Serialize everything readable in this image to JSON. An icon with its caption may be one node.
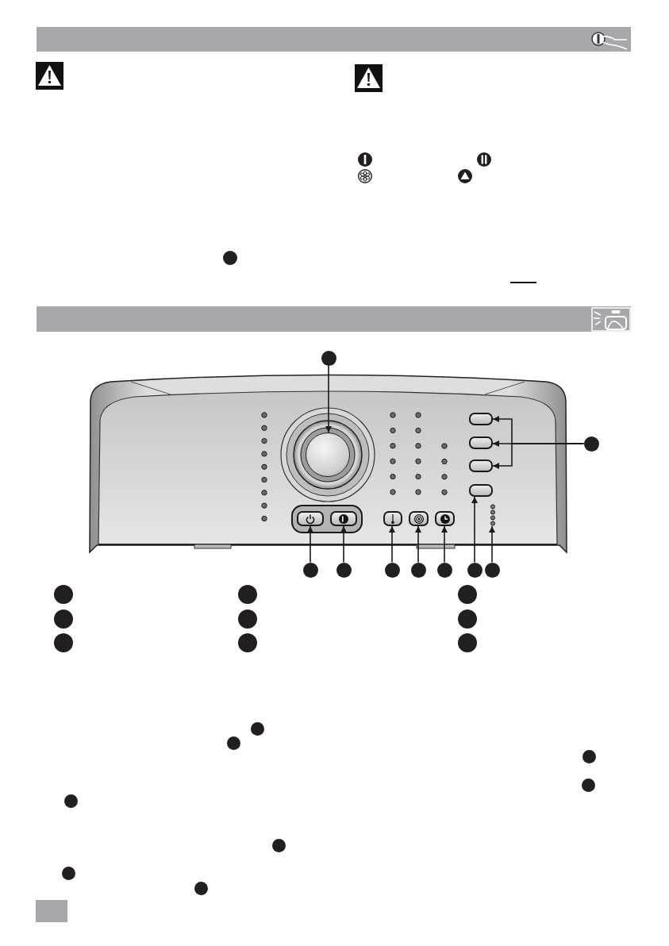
{
  "diagram": {
    "nodes": [
      {
        "text": [],
        "shape": "circle"
      },
      {
        "text": [],
        "shape": "circle"
      },
      {
        "text": [],
        "shape": "circle"
      },
      {
        "text": [],
        "shape": "box"
      },
      {
        "text": [],
        "shape": "box"
      },
      {
        "text": [],
        "shape": "box"
      },
      {
        "text": [],
        "shape": "box"
      },
      {
        "text": [],
        "shape": "circle"
      },
      {
        "text": [],
        "shape": "box"
      },
      {
        "text": [],
        "shape": "box"
      },
      {
        "text": [],
        "shape": "box"
      },
      {
        "text": [],
        "shape": "box"
      },
      {
        "text": [],
        "shape": "box"
      },
      {
        "text": [],
        "shape": "circle"
      },
      {
        "text": [],
        "shape": "circle"
      },
      {
        "text": [],
        "shape": "circle"
      },
      {
        "text": [],
        "shape": "circle"
      },
      {
        "text": [],
        "shape": "circle"
      },
      {
        "text": [],
        "shape": "circle"
      },
      {
        "text": [],
        "shape": "circle"
      }
    ],
    "edges": [
      {
        "from": 0,
        "to": 1,
        "arrow": "to"
      },
      {
        "from": 2,
        "to": 3,
        "arrow": "to"
      },
      {
        "from": 2,
        "to": 4,
        "arrow": "to"
      },
      {
        "from": 2,
        "to": 5,
        "arrow": "to"
      },
      {
        "from": 13,
        "to": 8,
        "arrow": "to"
      },
      {
        "from": 14,
        "to": 9,
        "arrow": "to"
      },
      {
        "from": 15,
        "to": 10,
        "arrow": "to"
      },
      {
        "from": 16,
        "to": 11,
        "arrow": "to"
      },
      {
        "from": 17,
        "to": 12,
        "arrow": "to"
      },
      {
        "from": 18,
        "to": 6,
        "arrow": "to"
      },
      {
        "from": 19,
        "to": 7,
        "arrow": "to"
      }
    ]
  }
}
